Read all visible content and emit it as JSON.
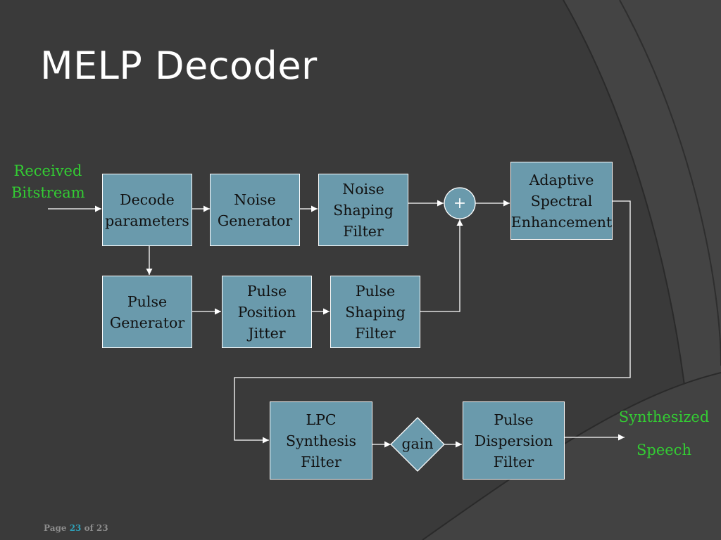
{
  "slide": {
    "title": "MELP Decoder"
  },
  "input_label": {
    "line1": "Received",
    "line2": "Bitstream"
  },
  "output_label": {
    "line1": "Synthesized",
    "line2": "Speech"
  },
  "blocks": {
    "decode": {
      "line1": "Decode",
      "line2": "parameters"
    },
    "noise_gen": {
      "line1": "Noise",
      "line2": "Generator"
    },
    "noise_filter": {
      "line1": "Noise",
      "line2": "Shaping",
      "line3": "Filter"
    },
    "adaptive": {
      "line1": "Adaptive",
      "line2": "Spectral",
      "line3": "Enhancement"
    },
    "pulse_gen": {
      "line1": "Pulse",
      "line2": "Generator"
    },
    "jitter": {
      "line1": "Pulse",
      "line2": "Position",
      "line3": "Jitter"
    },
    "pulse_filter": {
      "line1": "Pulse",
      "line2": "Shaping",
      "line3": "Filter"
    },
    "lpc": {
      "line1": "LPC",
      "line2": "Synthesis",
      "line3": "Filter"
    },
    "dispersion": {
      "line1": "Pulse",
      "line2": "Dispersion",
      "line3": "Filter"
    }
  },
  "sum_symbol": "+",
  "gain_label": "gain",
  "footer": {
    "prefix": "Page",
    "current": "23",
    "separator": "of",
    "total": "23"
  },
  "colors": {
    "background": "#3a3a3a",
    "block_fill": "#6a9aac",
    "block_border": "#ffffff",
    "label_green": "#33cc33",
    "page_accent": "#2fa0b8"
  }
}
